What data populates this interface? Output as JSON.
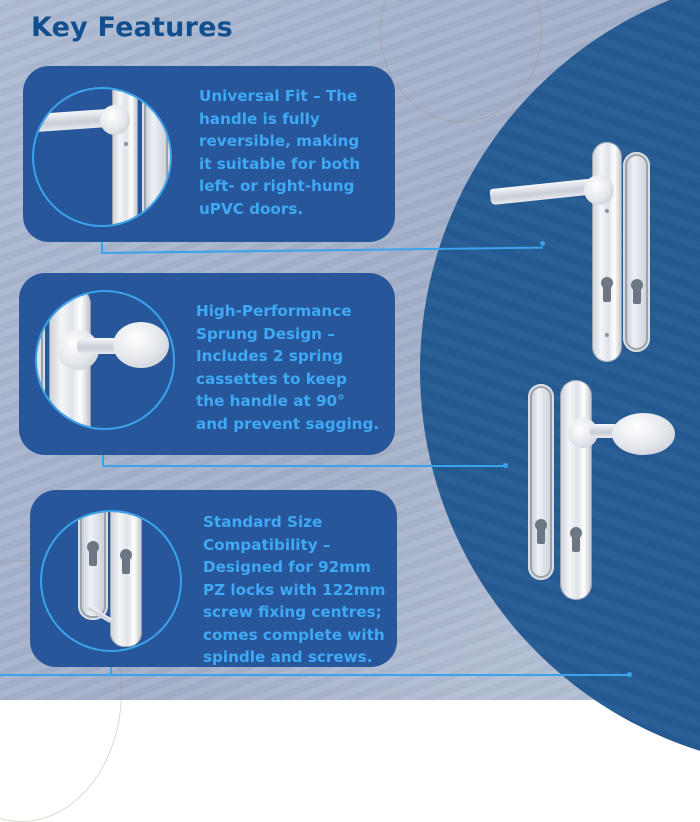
{
  "page": {
    "title": "Key Features",
    "colors": {
      "title": "#124f8e",
      "card_background": "#27579a",
      "card_text": "#3fa9f5",
      "accent_line": "#3aa3ec",
      "background": "#a7b4cd",
      "big_circle": "#255b94"
    }
  },
  "features": [
    {
      "name": "universal-fit",
      "text": "Universal Fit – The\nhandle is fully\nreversible, making\nit suitable for both\nleft- or right-hung\nuPVC doors.",
      "image": "lever-handle-closeup"
    },
    {
      "name": "sprung-design",
      "text": "High-Performance\nSprung Design –\nIncludes 2 spring\ncassettes to keep\nthe handle at 90°\nand prevent sagging.",
      "image": "spoon-handle-closeup"
    },
    {
      "name": "standard-size",
      "text": "Standard Size\nCompatibility –\nDesigned for 92mm\nPZ locks with 122mm\nscrew fixing centres;\ncomes complete with\nspindle and screws.",
      "image": "backplate-keyhole-closeup"
    }
  ],
  "products": [
    {
      "name": "lever-handle-set"
    },
    {
      "name": "spoon-handle-set"
    }
  ]
}
